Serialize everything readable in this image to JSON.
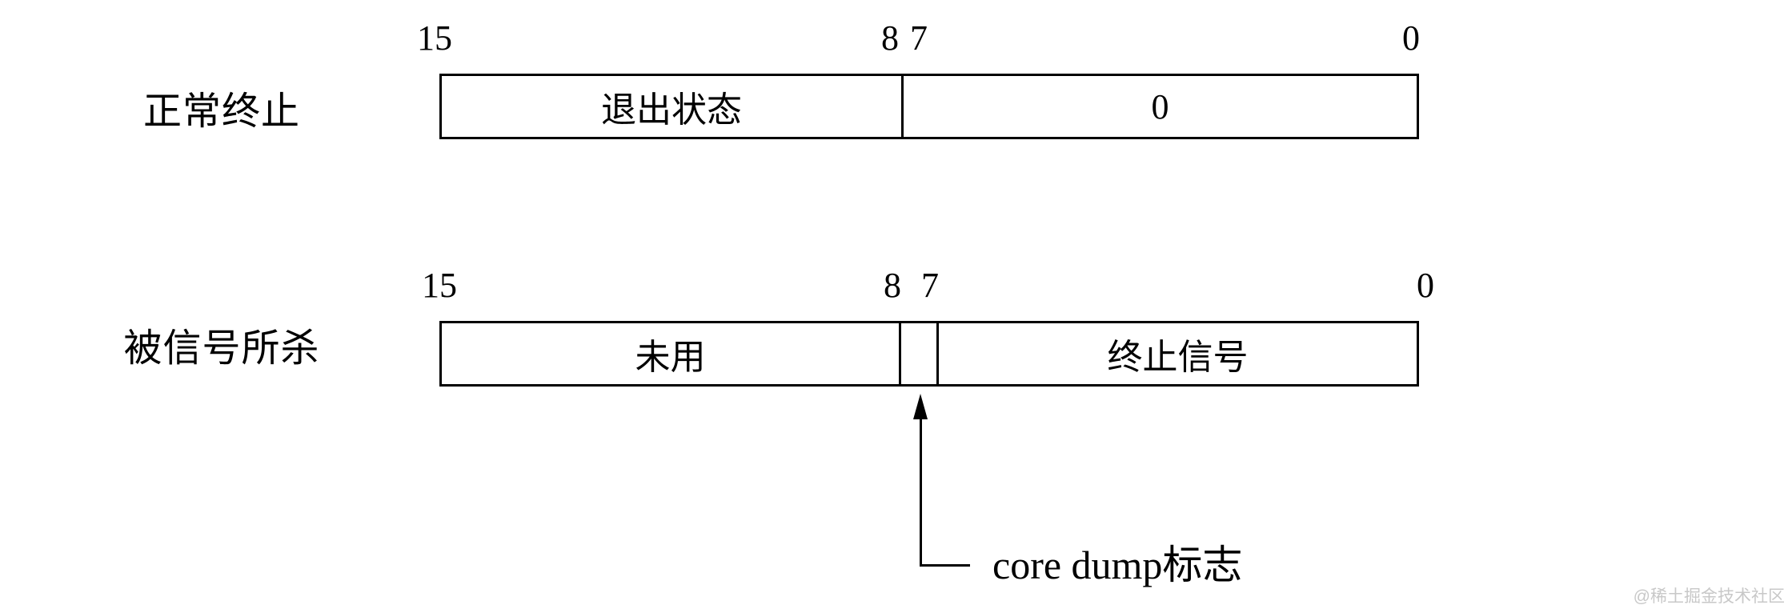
{
  "colors": {
    "ink": "#000000",
    "background": "#ffffff",
    "watermark_gray": "#c8c8c8"
  },
  "rows": [
    {
      "label": "正常终止",
      "bit_labels": [
        "15",
        "8",
        "7",
        "0"
      ],
      "cells": [
        {
          "label": "退出状态"
        },
        {
          "label": "0"
        }
      ]
    },
    {
      "label": "被信号所杀",
      "bit_labels": [
        "15",
        "8",
        "7",
        "0"
      ],
      "cells": [
        {
          "label": "未用"
        },
        {
          "label": ""
        },
        {
          "label": "终止信号"
        }
      ]
    }
  ],
  "annotation": {
    "label": "core dump标志"
  },
  "watermark": {
    "label": "@稀土掘金技术社区"
  }
}
